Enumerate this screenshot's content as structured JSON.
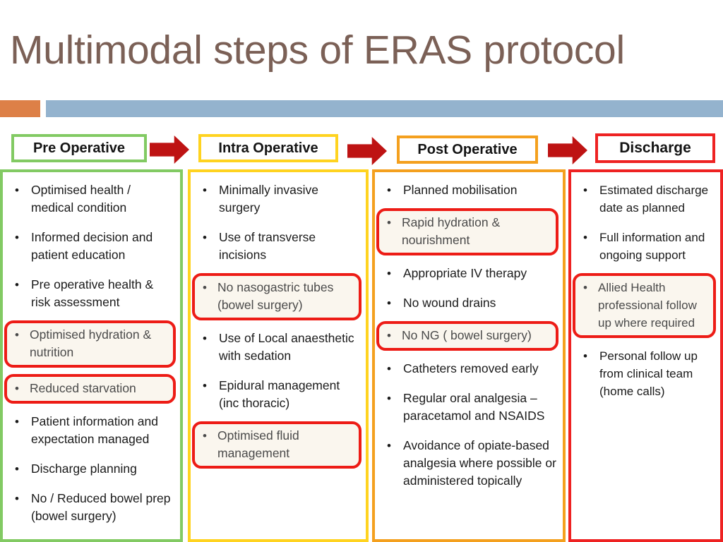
{
  "slide": {
    "title": "Multimodal steps of ERAS protocol",
    "title_color": "#7B6056"
  },
  "decor": {
    "orange_block_color": "#DD8047",
    "blue_bar_color": "#94B3CE"
  },
  "arrows": {
    "color": "#BE1313",
    "icon_1": "right-arrow-icon",
    "icon_2": "right-arrow-icon",
    "icon_3": "right-arrow-icon"
  },
  "columns": [
    {
      "id": "pre-operative",
      "header": "Pre Operative",
      "border_color": "#82CA63",
      "items": [
        {
          "text": "Optimised health / medical condition",
          "highlighted": false
        },
        {
          "text": "Informed decision and patient education",
          "highlighted": false
        },
        {
          "text": "Pre operative health & risk assessment",
          "highlighted": false
        },
        {
          "text": "Optimised hydration & nutrition",
          "highlighted": true
        },
        {
          "text": "Reduced starvation",
          "highlighted": true
        },
        {
          "text": "Patient information and expectation managed",
          "highlighted": false
        },
        {
          "text": "Discharge planning",
          "highlighted": false
        },
        {
          "text": "No / Reduced bowel prep (bowel surgery)",
          "highlighted": false
        }
      ]
    },
    {
      "id": "intra-operative",
      "header": "Intra Operative",
      "border_color": "#FFD320",
      "items": [
        {
          "text": "Minimally invasive surgery",
          "highlighted": false
        },
        {
          "text": "Use of transverse incisions",
          "highlighted": false
        },
        {
          "text": "No nasogastric tubes (bowel surgery)",
          "highlighted": true
        },
        {
          "text": "Use of Local anaesthetic with sedation",
          "highlighted": false
        },
        {
          "text": "Epidural management (inc thoracic)",
          "highlighted": false
        },
        {
          "text": "Optimised fluid management",
          "highlighted": true
        }
      ]
    },
    {
      "id": "post-operative",
      "header": "Post Operative",
      "border_color": "#F4A01E",
      "items": [
        {
          "text": "Planned mobilisation",
          "highlighted": false
        },
        {
          "text": "Rapid hydration & nourishment",
          "highlighted": true
        },
        {
          "text": "Appropriate IV therapy",
          "highlighted": false
        },
        {
          "text": "No wound drains",
          "highlighted": false
        },
        {
          "text": "No NG ( bowel surgery)",
          "highlighted": true
        },
        {
          "text": "Catheters removed early",
          "highlighted": false
        },
        {
          "text": "Regular oral analgesia – paracetamol and NSAIDS",
          "highlighted": false
        },
        {
          "text": "Avoidance of opiate-based analgesia where possible or administered topically",
          "highlighted": false
        }
      ]
    },
    {
      "id": "discharge",
      "header": "Discharge",
      "border_color": "#EE2222",
      "items": [
        {
          "text": "Estimated discharge date as planned",
          "highlighted": false
        },
        {
          "text": "Full information and ongoing support",
          "highlighted": false
        },
        {
          "text": "Allied Health professional follow up where required",
          "highlighted": true
        },
        {
          "text": "Personal follow up from clinical team (home calls)",
          "highlighted": false
        }
      ]
    }
  ],
  "bullet_glyph": "•"
}
